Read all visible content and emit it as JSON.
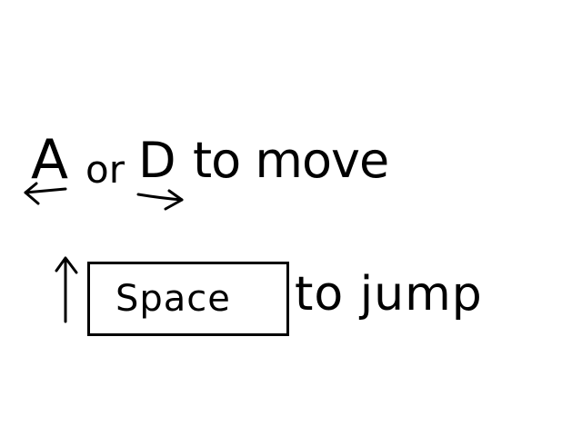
{
  "instructions": {
    "move": {
      "key_a": "A",
      "or_word": "or",
      "key_d": "D",
      "action_text": "to move"
    },
    "jump": {
      "key_label": "Space",
      "action_text": "to jump"
    }
  },
  "icons": {
    "left_arrow": "left-arrow-icon",
    "right_arrow": "right-arrow-icon",
    "up_arrow": "up-arrow-icon"
  },
  "colors": {
    "background": "#ffffff",
    "ink": "#000000"
  }
}
